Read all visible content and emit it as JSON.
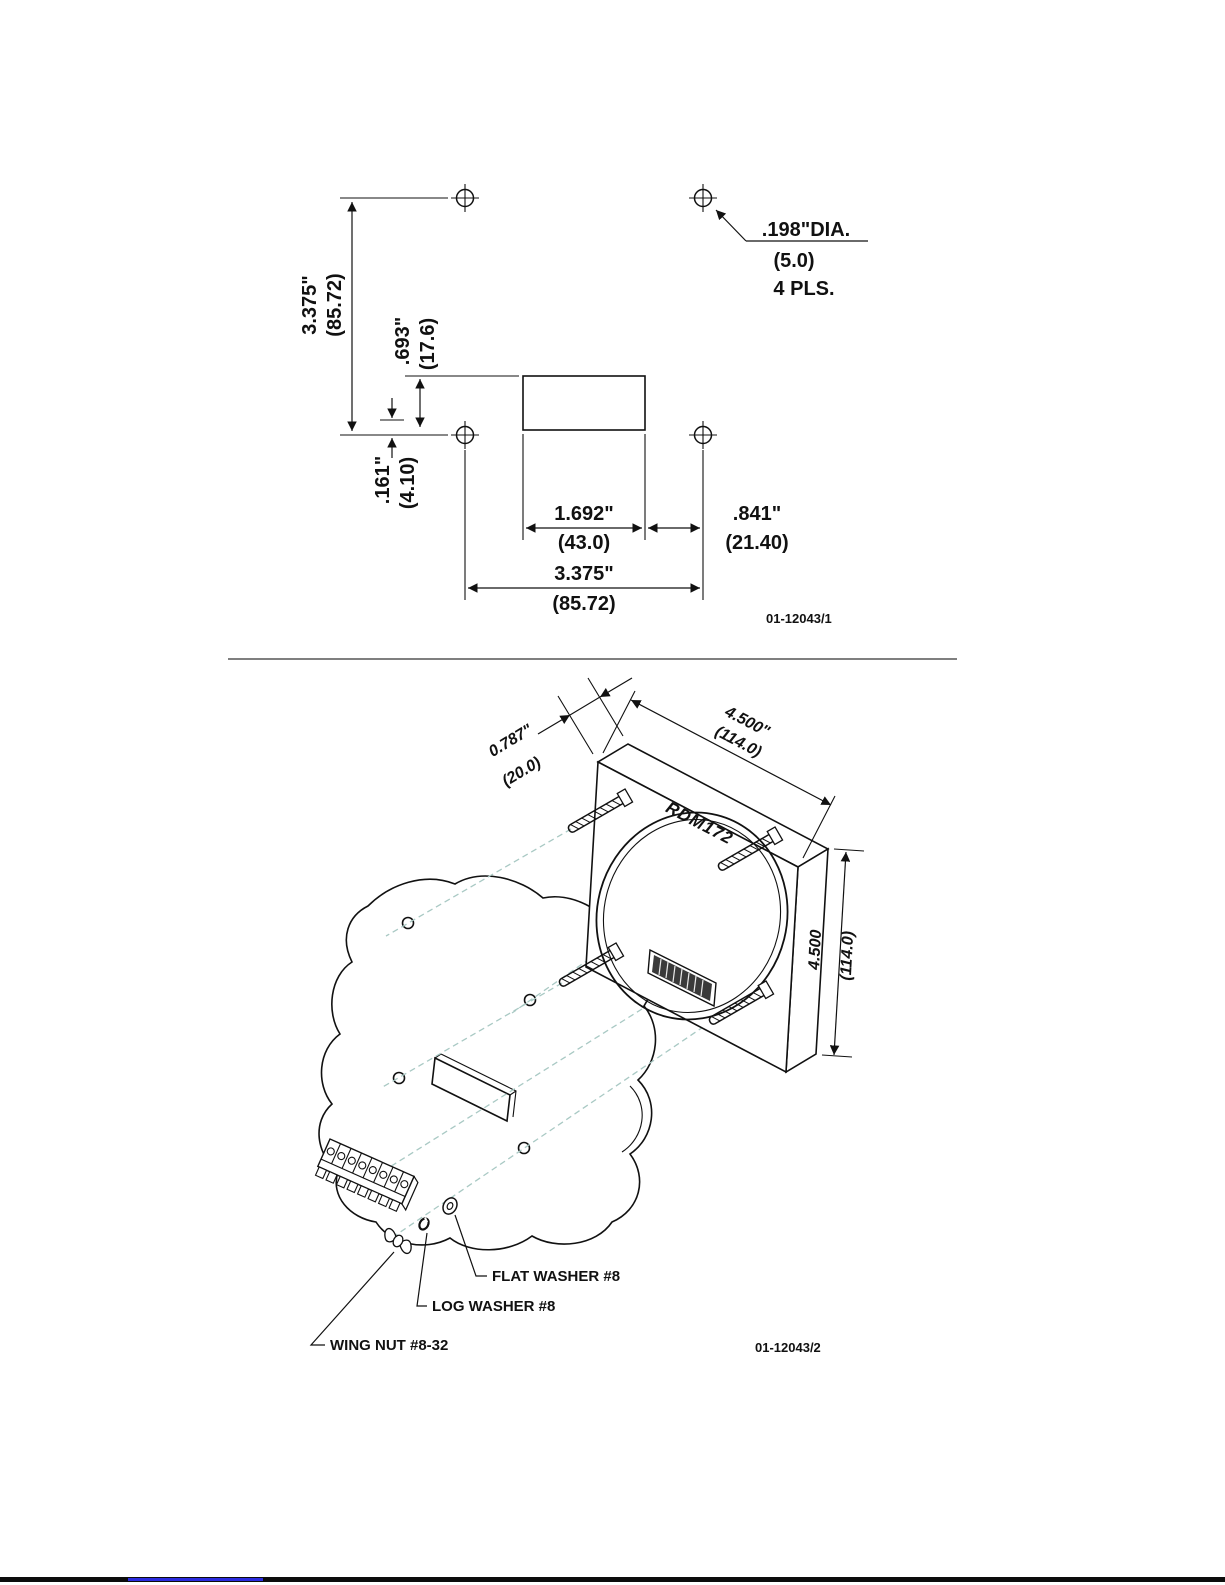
{
  "figure1": {
    "number": "01-12043/1",
    "hole_note": {
      "line1": ".198\"DIA.",
      "line2": "(5.0)",
      "line3": "4 PLS."
    },
    "dims": {
      "height": {
        "inch": "3.375\"",
        "mm": "(85.72)"
      },
      "cutout_top_offset": {
        "inch": ".693\"",
        "mm": "(17.6)"
      },
      "cutout_bottom_offset": {
        "inch": ".161\"",
        "mm": "(4.10)"
      },
      "cutout_width": {
        "inch": "1.692\"",
        "mm": "(43.0)"
      },
      "hole_right_offset": {
        "inch": ".841\"",
        "mm": "(21.40)"
      },
      "width": {
        "inch": "3.375\"",
        "mm": "(85.72)"
      }
    }
  },
  "figure2": {
    "number": "01-12043/2",
    "model": "RDM172",
    "dims": {
      "depth": {
        "inch": "0.787\"",
        "mm": "(20.0)"
      },
      "width": {
        "inch": "4.500\"",
        "mm": "(114.0)"
      },
      "height": {
        "inch": "4.500",
        "mm": "(114.0)"
      }
    },
    "callouts": {
      "flat_washer": "FLAT WASHER #8",
      "lock_washer": "LOG WASHER #8",
      "wing_nut": "WING NUT #8-32"
    }
  }
}
